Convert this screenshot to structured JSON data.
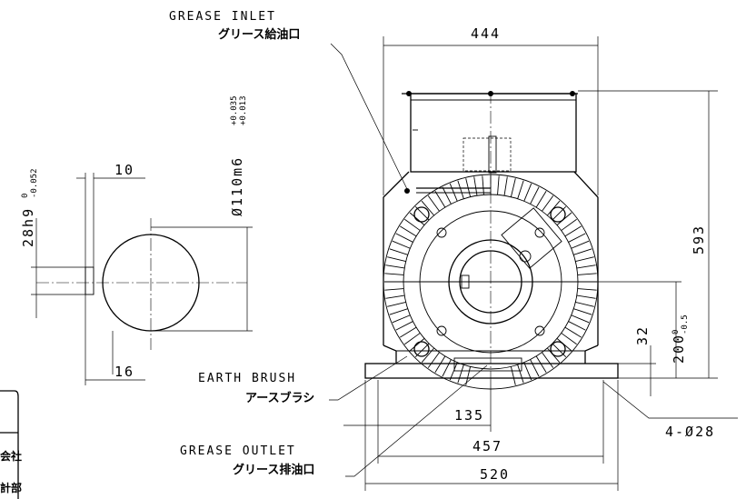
{
  "labels": {
    "grease_inlet_en": "GREASE INLET",
    "grease_inlet_jp": "グリース給油口",
    "earth_brush_en": "EARTH BRUSH",
    "earth_brush_jp": "アースブラシ",
    "grease_outlet_en": "GREASE OUTLET",
    "grease_outlet_jp": "グリース排油口"
  },
  "dimensions": {
    "overall_width": "444",
    "overall_height": "593",
    "shaft_height": "200",
    "shaft_height_tol_upper": "0",
    "shaft_height_tol_lower": "-0.5",
    "foot_thickness": "32",
    "foot_bolt_span": "457",
    "foot_width": "520",
    "foot_bolt_offset": "135",
    "foot_holes": "4-Ø28",
    "shaft_diameter": "Ø110m6",
    "shaft_diameter_tol": "(+0.035 / +0.013)",
    "shaft_diameter_tol_upper": "+0.035",
    "shaft_diameter_tol_lower": "+0.013",
    "key_width": "28h9",
    "key_width_tol_upper": "0",
    "key_width_tol_lower": "-0.052",
    "key_depth": "10",
    "key_offset": "16"
  },
  "title_block": {
    "line1": "会社",
    "line2": "計部"
  }
}
